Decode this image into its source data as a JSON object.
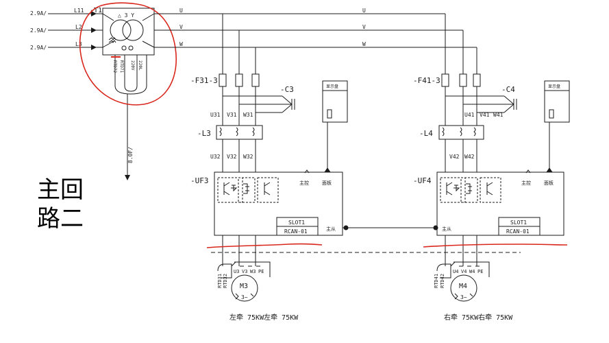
{
  "title_label": {
    "line1": "主回",
    "line2": "路二"
  },
  "inputs": [
    {
      "current": "2.9A/",
      "line": "L11"
    },
    {
      "current": "2.9A/",
      "line": "L2"
    },
    {
      "current": "2.9A/",
      "line": "L3"
    }
  ],
  "transformer": {
    "tag": "-T1",
    "vector": "△ 3 Y",
    "rtd_left": "RTD72",
    "rtd_right": "RTD71",
    "v1": "220V",
    "v2": "220L",
    "output": "8.0F/"
  },
  "bus_phases": [
    "U",
    "V",
    "W"
  ],
  "drive1": {
    "fuse": "-F31-3",
    "capacitor": "-C3",
    "wires_in": [
      "U31",
      "V31",
      "W31"
    ],
    "reactor": "-L3",
    "wires_out": [
      "U32",
      "V32",
      "W32"
    ],
    "inverter": "-UF3",
    "panel": "显示盘",
    "port_main": "主控",
    "port_panel": "面板",
    "port_ms": "主从",
    "slot": "SLOT1",
    "rcan": "RCAN-01",
    "rtd_a": "RTD31",
    "rtd_b": "RTD32",
    "motor_terms": [
      "U3",
      "V3",
      "W3",
      "PE"
    ],
    "motor": "M3",
    "motor_phase": "3~",
    "caption": "左牵 75KW左牵 75KW"
  },
  "drive2": {
    "fuse": "-F41-3",
    "capacitor": "-C4",
    "wires_in": [
      "U41",
      "V41",
      "W41"
    ],
    "reactor": "-L4",
    "wires_out": [
      "V42",
      "W42"
    ],
    "inverter": "-UF4",
    "panel": "显示盘",
    "port_main": "主控",
    "port_panel": "面板",
    "port_ms": "主从",
    "slot": "SLOT1",
    "rcan": "RCAN-01",
    "rtd_a": "RTD41",
    "rtd_b": "RTD42",
    "motor_terms": [
      "U4",
      "V4",
      "W4",
      "PE"
    ],
    "motor": "M4",
    "motor_phase": "3~",
    "caption": "右牵 75KW右牵 75KW"
  },
  "colors": {
    "line": "#1a1a1a",
    "annotation": "#d9261c"
  }
}
